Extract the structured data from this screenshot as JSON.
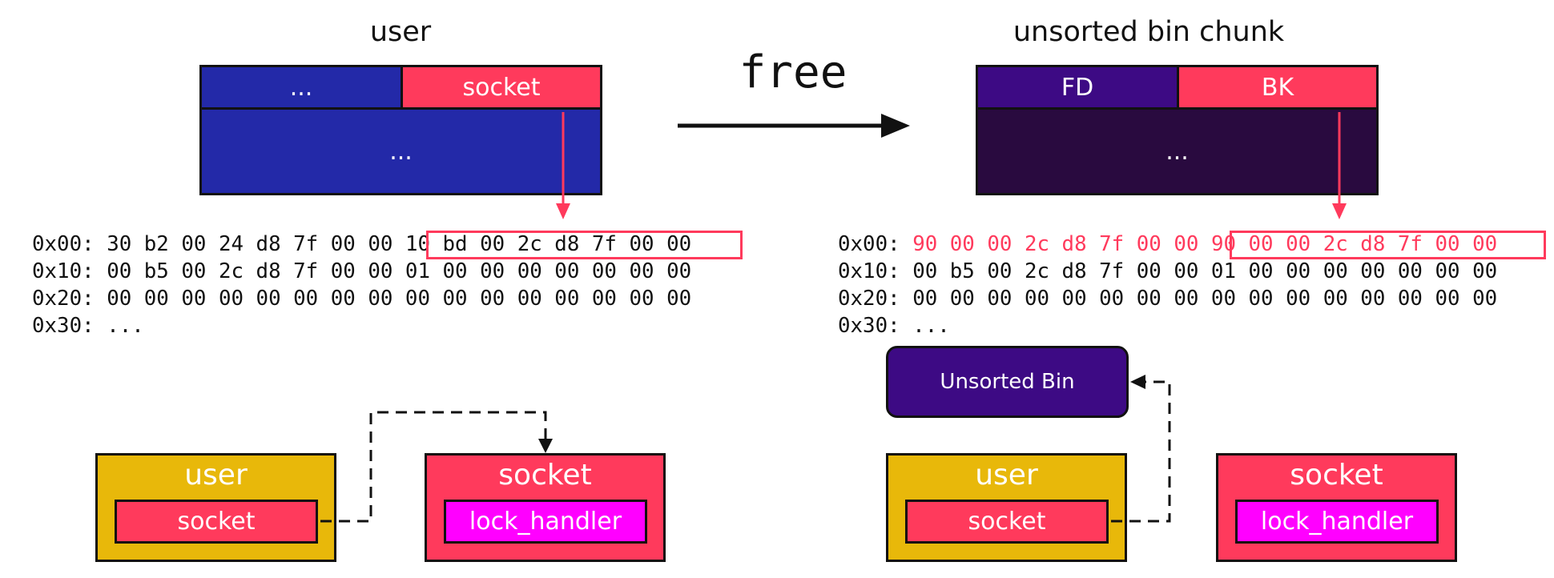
{
  "colors": {
    "navy": "#2329a8",
    "red": "#ff3a5c",
    "purple": "#3d0a84",
    "dark_purple": "#290a3f",
    "yellow": "#e8b80a",
    "magenta": "#ff00ff",
    "ink": "#111111"
  },
  "left": {
    "title": "user",
    "struct": {
      "top_left": "...",
      "top_right": "socket",
      "bottom": "..."
    },
    "hex_dump": [
      {
        "offset": "0x00:",
        "plain": "30 b2 00 24 d8 7f 00 00",
        "boxed": "10 bd 00 2c d8 7f 00 00"
      },
      {
        "offset": "0x10:",
        "plain": "00 b5 00 2c d8 7f 00 00 01 00 00 00 00 00 00 00"
      },
      {
        "offset": "0x20:",
        "plain": "00 00 00 00 00 00 00 00 00 00 00 00 00 00 00 00"
      },
      {
        "offset": "0x30:",
        "plain": "..."
      }
    ],
    "diagram": {
      "outer_label": "user",
      "inner_label": "socket",
      "target_label": "socket",
      "target_inner_label": "lock_handler"
    }
  },
  "arrow": {
    "label": "free"
  },
  "right": {
    "title": "unsorted bin chunk",
    "struct": {
      "top_left": "FD",
      "top_right": "BK",
      "bottom": "..."
    },
    "hex_dump": [
      {
        "offset": "0x00:",
        "highlighted": "90 00 00 2c d8 7f 00 00",
        "boxed": "90 00 00 2c d8 7f 00 00"
      },
      {
        "offset": "0x10:",
        "plain": "00 b5 00 2c d8 7f 00 00 01 00 00 00 00 00 00 00"
      },
      {
        "offset": "0x20:",
        "plain": "00 00 00 00 00 00 00 00 00 00 00 00 00 00 00 00"
      },
      {
        "offset": "0x30:",
        "plain": "..."
      }
    ],
    "unsorted_bin_label": "Unsorted Bin",
    "diagram": {
      "outer_label": "user",
      "inner_label": "socket",
      "target_label": "socket",
      "target_inner_label": "lock_handler"
    }
  }
}
